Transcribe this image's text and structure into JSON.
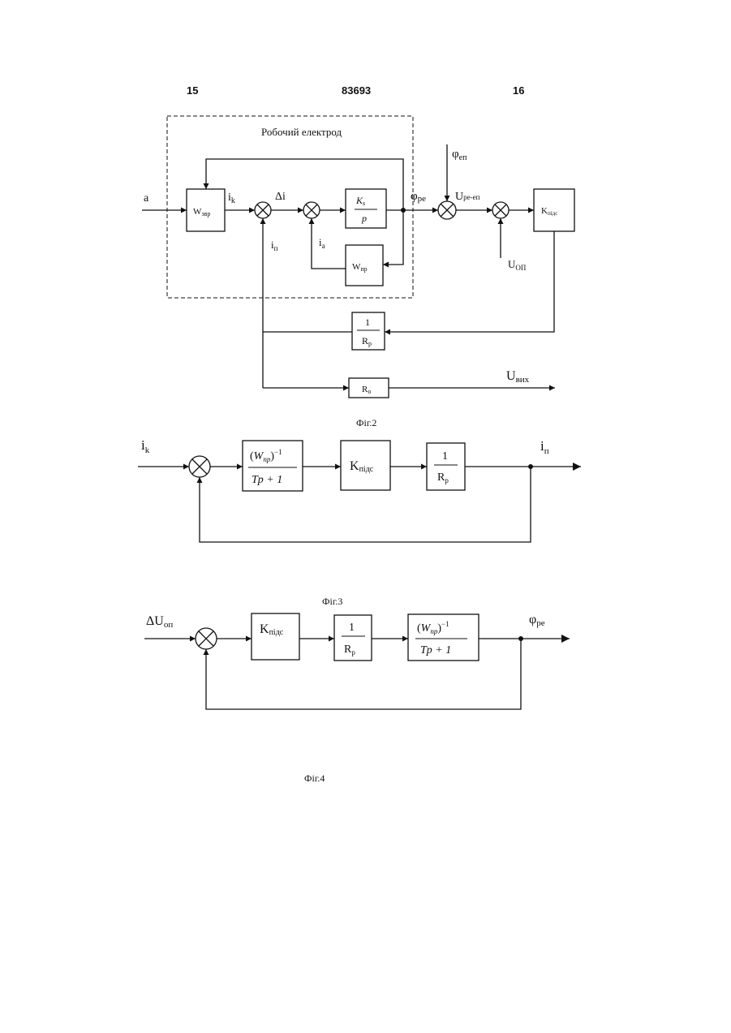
{
  "header": {
    "left_page": "15",
    "patent_number": "83693",
    "right_page": "16"
  },
  "fig2": {
    "caption": "Фіг.2",
    "region_label": "Робочий електрод",
    "input": "a",
    "w_zvr": {
      "main": "W",
      "sub": "звр"
    },
    "w_pr": {
      "main": "W",
      "sub": "пр"
    },
    "ks_num": {
      "main": "K",
      "sub": "s"
    },
    "ks_den": "p",
    "ik": {
      "main": "i",
      "sub": "k"
    },
    "delta_i": "Δi",
    "ip": {
      "main": "i",
      "sub": "п"
    },
    "ia": {
      "main": "i",
      "sub": "a"
    },
    "phi_re": {
      "main": "φ",
      "sub": "pe"
    },
    "phi_ep": {
      "main": "φ",
      "sub": "еп"
    },
    "u_reep": {
      "main": "U",
      "sub": "pe-еп"
    },
    "u_op": {
      "main": "U",
      "sub": "ОП"
    },
    "k_pdc": {
      "main": "K",
      "sub": "підс"
    },
    "rp_num": "1",
    "rp_den": {
      "main": "R",
      "sub": "p"
    },
    "ro": {
      "main": "R",
      "sub": "o"
    },
    "u_out": {
      "main": "U",
      "sub": "вих"
    }
  },
  "fig3": {
    "caption": "Фіг.3",
    "input": {
      "main": "i",
      "sub": "k"
    },
    "output": {
      "main": "i",
      "sub": "п"
    },
    "tf_num": {
      "open": "(",
      "w": "W",
      "sub": "пр",
      "close": ")",
      "sup": "−1"
    },
    "tf_den": "Tp + 1",
    "k_pdc": {
      "main": "K",
      "sub": "підс"
    },
    "rp_num": "1",
    "rp_den": {
      "main": "R",
      "sub": "p"
    }
  },
  "fig4": {
    "caption": "Фіг.4",
    "input": {
      "main": "ΔU",
      "sub": "оп"
    },
    "output": {
      "main": "φ",
      "sub": "pe"
    },
    "k_pdc": {
      "main": "K",
      "sub": "підс"
    },
    "rp_num": "1",
    "rp_den": {
      "main": "R",
      "sub": "p"
    },
    "tf_num": {
      "open": "(",
      "w": "W",
      "sub": "пр",
      "close": ")",
      "sup": "−1"
    },
    "tf_den": "Tp + 1"
  }
}
